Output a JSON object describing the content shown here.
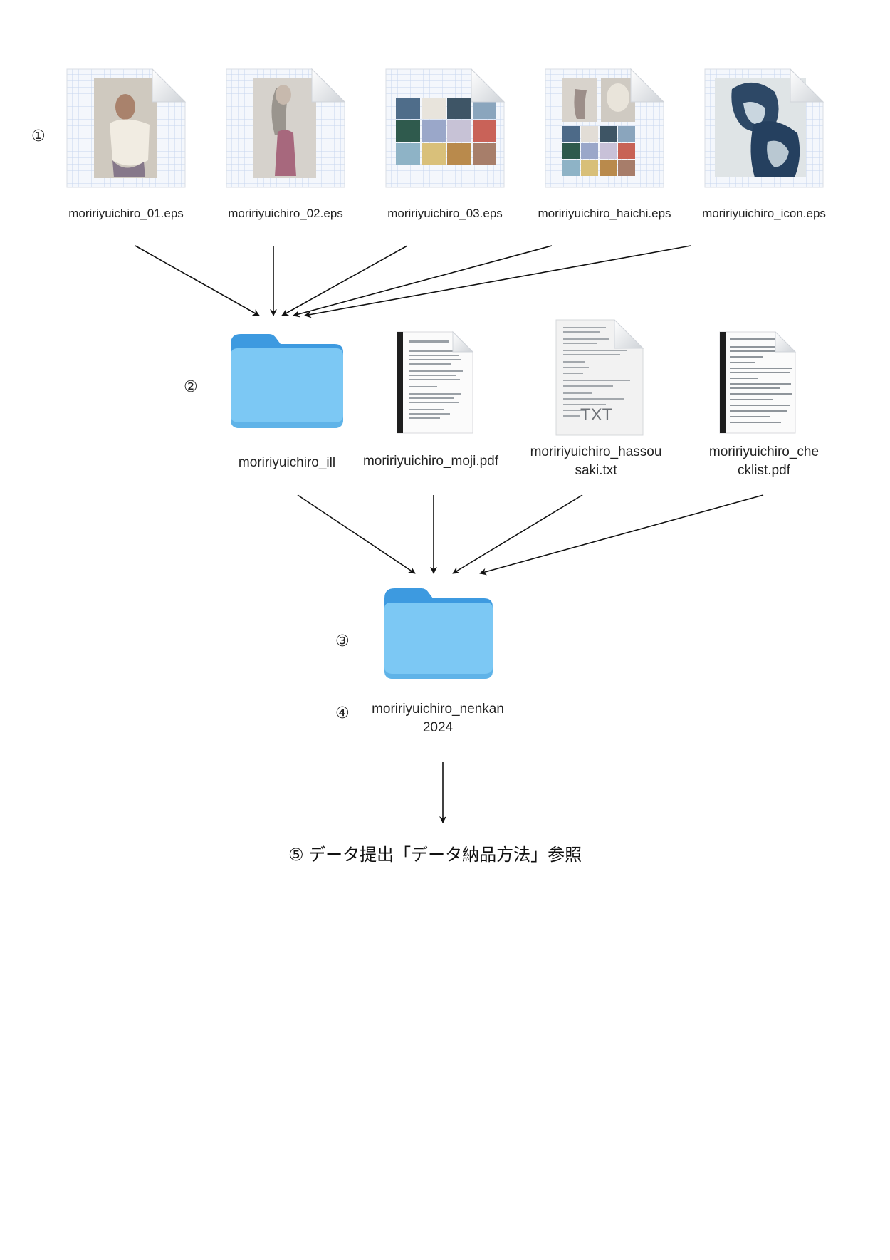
{
  "steps": [
    "①",
    "②",
    "③",
    "④",
    "⑤"
  ],
  "row1": [
    {
      "name": "moririyuichiro_01.eps",
      "icon": "eps-illustration-icon"
    },
    {
      "name": "moririyuichiro_02.eps",
      "icon": "eps-illustration-icon"
    },
    {
      "name": "moririyuichiro_03.eps",
      "icon": "eps-collage-icon"
    },
    {
      "name": "moririyuichiro_haichi.eps",
      "icon": "eps-layout-icon"
    },
    {
      "name": "moririyuichiro_icon.eps",
      "icon": "eps-portrait-icon"
    }
  ],
  "row2": [
    {
      "name": "moririyuichiro_ill",
      "icon": "folder-icon"
    },
    {
      "name": "moririyuichiro_moji.pdf",
      "icon": "pdf-document-icon"
    },
    {
      "name_l1": "moririyuichiro_hassou",
      "name_l2": "saki.txt",
      "icon": "txt-document-icon",
      "badge": "TXT"
    },
    {
      "name_l1": "moririyuichiro_che",
      "name_l2": "cklist.pdf",
      "icon": "pdf-document-icon"
    }
  ],
  "final_folder": {
    "name_l1": "moririyuichiro_nenkan",
    "name_l2": "2024",
    "icon": "folder-icon"
  },
  "caption": "データ提出「データ納品方法」参照",
  "colors": {
    "folder_front": "#7cc8f4",
    "folder_back": "#3d9ae0",
    "grid": "#c9d9f0",
    "arrow": "#111111"
  }
}
